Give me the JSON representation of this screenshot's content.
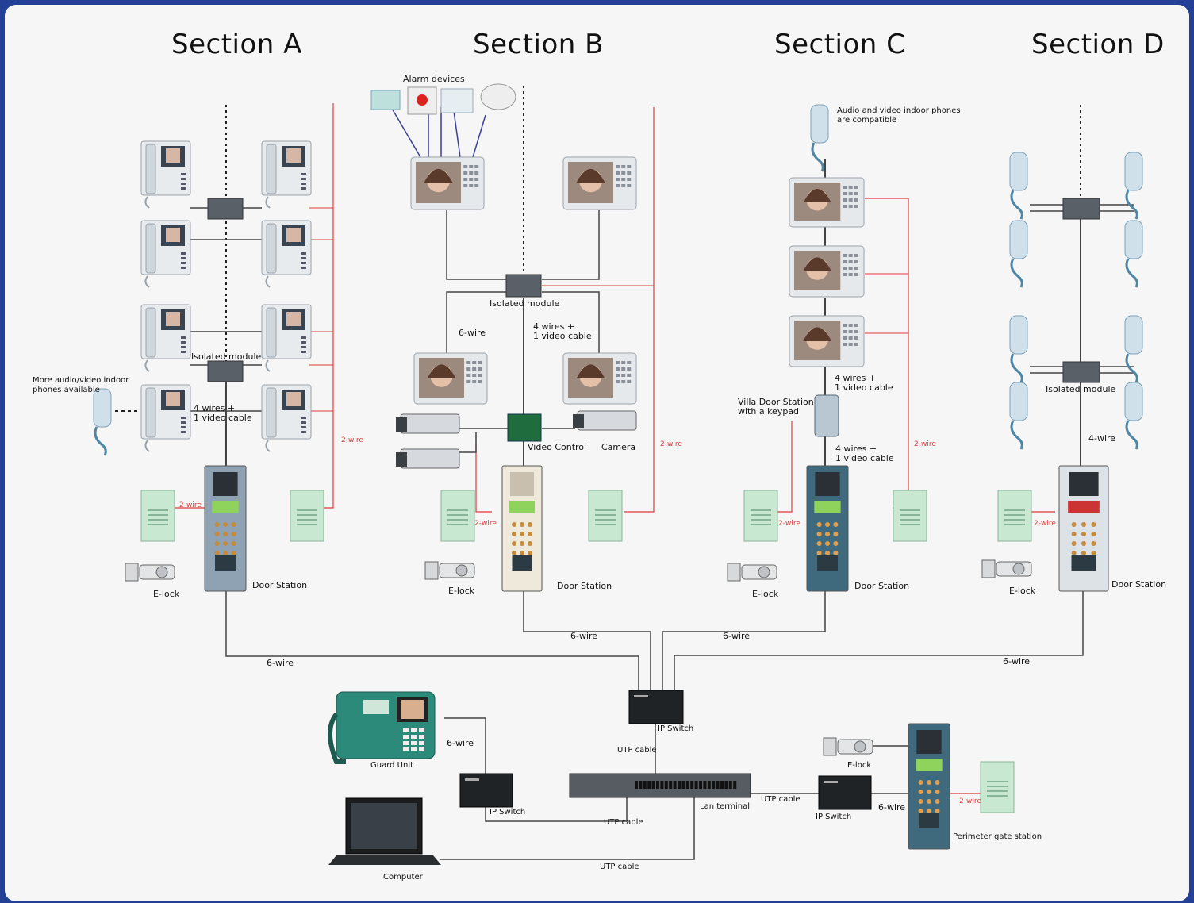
{
  "sections": [
    "Section A",
    "Section B",
    "Section C",
    "Section D"
  ],
  "labels": {
    "alarm_devices": "Alarm devices",
    "isolated_module": "Isolated module",
    "isolated_module_d": "Isolated module",
    "more_phones": "More audio/video indoor\nphones available",
    "four_wires_a": "4 wires +\n1 video cable",
    "six_wire_b": "6-wire",
    "four_wires_b": "4 wires +\n1 video cable",
    "video_control": "Video Control",
    "camera": "Camera",
    "compatible_phones": "Audio and video indoor phones\nare compatible",
    "four_wires_c1": "4 wires +\n1 video cable",
    "villa_station": "Villa Door Station\nwith a keypad",
    "four_wires_c2": "4 wires +\n1 video cable",
    "four_wire_d": "4-wire",
    "door_station": "Door Station",
    "elock": "E-lock",
    "two_wire": "2-wire",
    "six_wire": "6-wire",
    "ip_switch": "IP Switch",
    "utp_cable": "UTP cable",
    "lan_terminal": "Lan terminal",
    "guard_unit": "Guard Unit",
    "computer": "Computer",
    "perimeter_gate_station": "Perimeter gate station"
  },
  "colors": {
    "background_frame": "#233f96",
    "signal_line": "#e03b3b",
    "wire": "#444444",
    "panel_green": "#2c8a7a"
  }
}
